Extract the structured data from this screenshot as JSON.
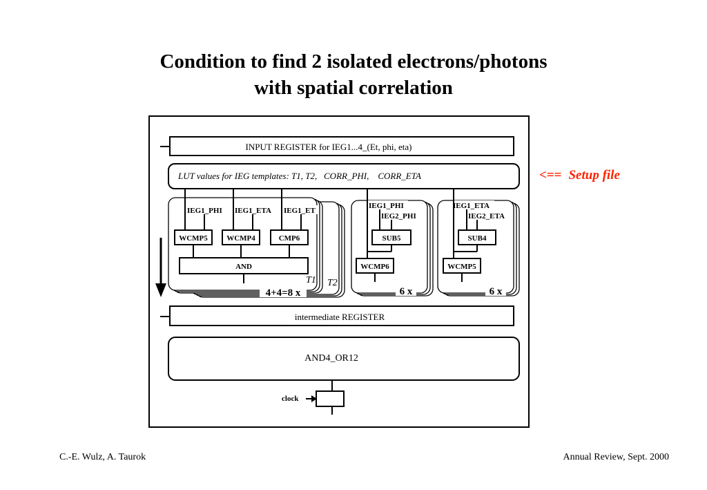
{
  "title": {
    "line1": "Condition to find 2 isolated electrons/photons",
    "line2": "with spatial correlation"
  },
  "annotation": {
    "arrow": "<==",
    "text": "Setup file",
    "color": "#ff2200"
  },
  "diagram": {
    "input_register": "INPUT REGISTER for IEG1...4_(Et, phi, eta)",
    "lut_values": "LUT values for IEG templates: T1, T2,   CORR_PHI,    CORR_ETA",
    "group1": {
      "inputs": [
        "IEG1_PHI",
        "IEG1_ETA",
        "IEG1_ET"
      ],
      "comparators": [
        "WCMP5",
        "WCMP4",
        "CMP6"
      ],
      "and_label": "AND",
      "t1": "T1",
      "t2": "T2",
      "count": "4+4=8 x"
    },
    "group2": {
      "inputs": [
        "IEG1_PHI",
        "IEG2_PHI"
      ],
      "sub": "SUB5",
      "cmp": "WCMP6",
      "count": "6 x"
    },
    "group3": {
      "inputs": [
        "IEG1_ETA",
        "IEG2_ETA"
      ],
      "sub": "SUB4",
      "cmp": "WCMP5",
      "count": "6 x"
    },
    "intermediate_register": "intermediate REGISTER",
    "and_or": "AND4_OR12",
    "clock": "clock"
  },
  "footer": {
    "left": "C.-E. Wulz, A. Taurok",
    "right": "Annual Review, Sept. 2000"
  }
}
